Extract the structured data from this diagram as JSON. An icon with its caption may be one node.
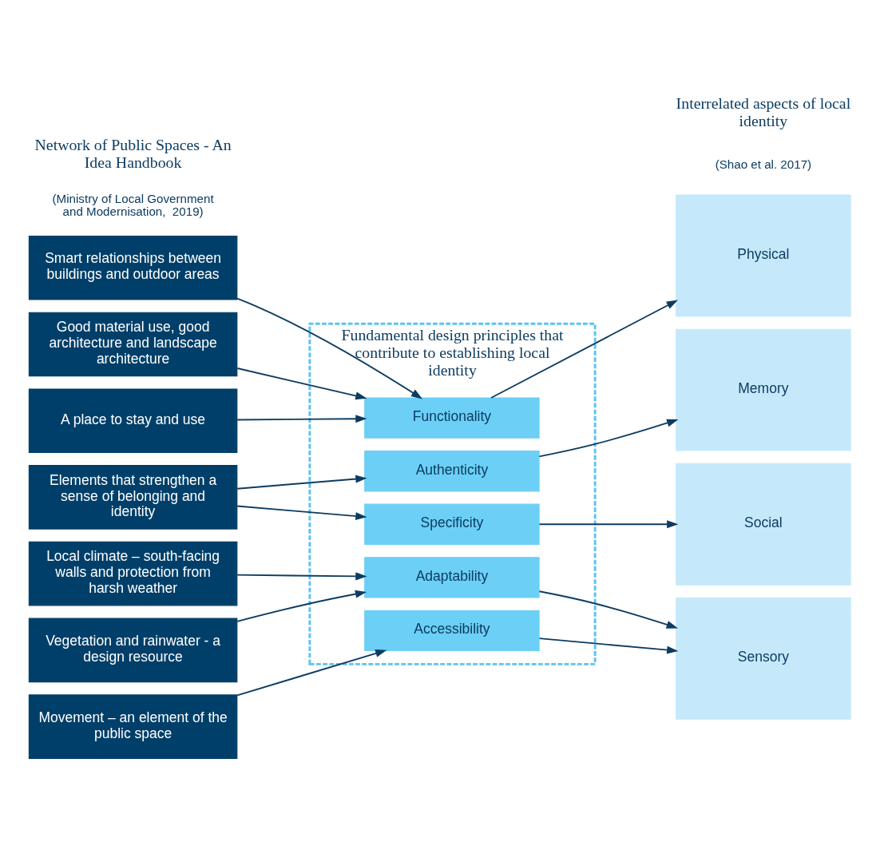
{
  "diagram": {
    "nodes": [
      {
        "text": [
          "Fundamental design principles that contribute to establishing local identity"
        ]
      },
      {
        "text": [
          "Smart relationships between buildings and outdoor areas"
        ]
      },
      {
        "text": [
          "Good material use, good architecture and landscape architecture"
        ]
      },
      {
        "text": [
          "A place to stay and use"
        ]
      },
      {
        "text": [
          "Elements that strengthen a sense of belonging and identity"
        ]
      },
      {
        "text": [
          "Local climate – south-facing walls and protection from harsh weather"
        ]
      },
      {
        "text": [
          "Vegetation and rainwater - a design resource"
        ]
      },
      {
        "text": [
          "Movement – an element of the public space"
        ]
      },
      {
        "text": [
          "Functionality"
        ],
        "in": 0
      },
      {
        "text": [
          "Authenticity"
        ],
        "in": 0
      },
      {
        "text": [
          "Specificity"
        ],
        "in": 0
      },
      {
        "text": [
          "Adaptability"
        ],
        "in": 0
      },
      {
        "text": [
          "Accessibility"
        ],
        "in": 0
      },
      {
        "text": [
          "Physical"
        ]
      },
      {
        "text": [
          "Memory"
        ]
      },
      {
        "text": [
          "Social"
        ]
      },
      {
        "text": [
          "Sensory"
        ]
      }
    ],
    "edges": [
      {
        "from": 1,
        "to": 8,
        "arrow": "to"
      },
      {
        "from": 2,
        "to": 8,
        "arrow": "to"
      },
      {
        "from": 3,
        "to": 8,
        "arrow": "to"
      },
      {
        "from": 4,
        "to": 9,
        "arrow": "to"
      },
      {
        "from": 4,
        "to": 10,
        "arrow": "to"
      },
      {
        "from": 5,
        "to": 11,
        "arrow": "to"
      },
      {
        "from": 6,
        "to": 11,
        "arrow": "to"
      },
      {
        "from": 7,
        "to": 12,
        "arrow": "to"
      },
      {
        "from": 8,
        "to": 13,
        "arrow": "to"
      },
      {
        "from": 9,
        "to": 14,
        "arrow": "to"
      },
      {
        "from": 10,
        "to": 15,
        "arrow": "to"
      },
      {
        "from": 11,
        "to": 16,
        "arrow": "to"
      },
      {
        "from": 12,
        "to": 16,
        "arrow": "to"
      }
    ],
    "labels": [
      "Network of Public Spaces - An Idea Handbook",
      "(Ministry of Local Government and Modernisation,  2019)",
      "Interrelated aspects of local identity",
      "(Shao et al. 2017)"
    ]
  }
}
